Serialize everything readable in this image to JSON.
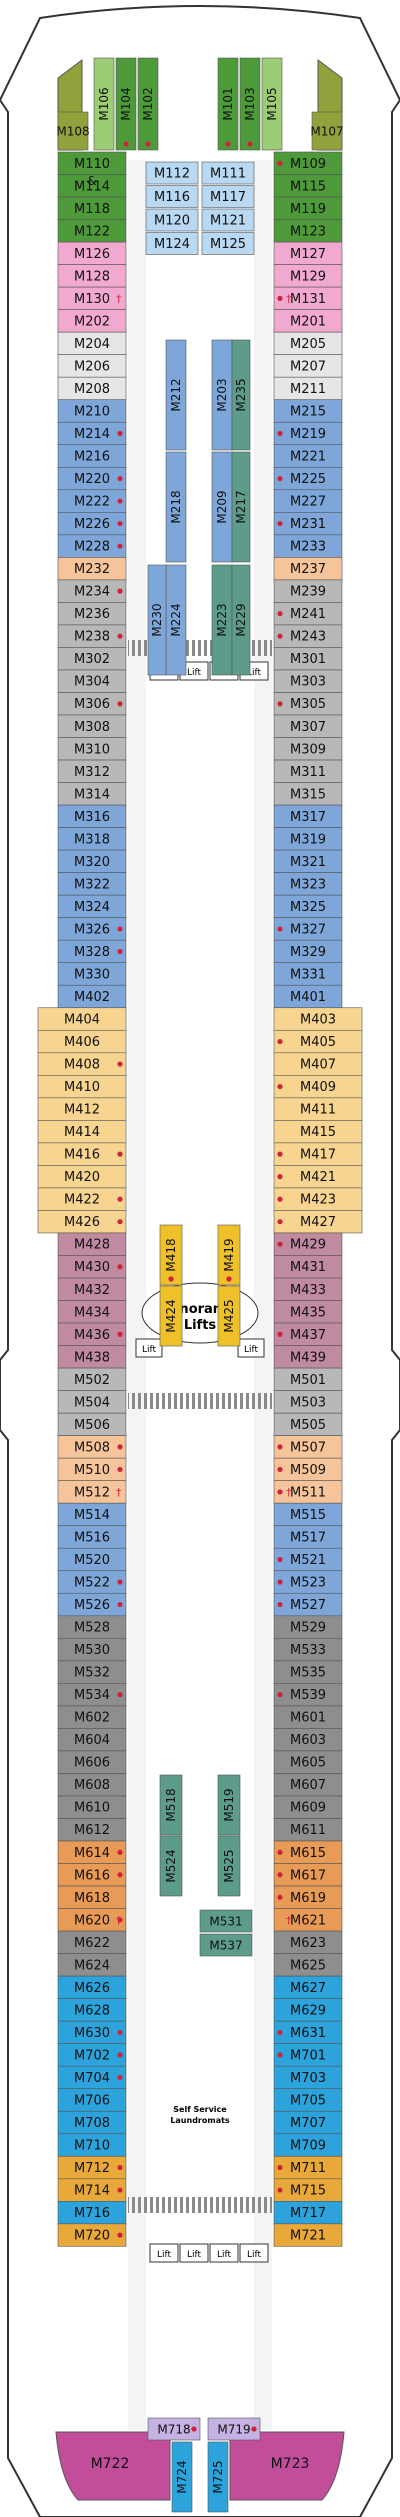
{
  "colors": {
    "green_dark": "#4e9a3a",
    "green_olive": "#8fa23c",
    "green_light": "#9ccc73",
    "blue_light": "#b9d8f2",
    "pink": "#f2a9cf",
    "light_grey": "#e6e6e6",
    "blue_mid": "#7fa6d8",
    "peach": "#f6c49a",
    "grey_mid": "#b8b8b8",
    "grey_dark": "#8e8e8e",
    "yellow_light": "#f7d590",
    "mauve": "#c08aa0",
    "orange_dark": "#e89a57",
    "blue_bright": "#2da3dc",
    "amber": "#e9a83a",
    "purple_light": "#c3b2e2",
    "magenta": "#c24d9b",
    "teal": "#5d9c8a",
    "gold": "#f0c02a",
    "dot_red": "#d0223a",
    "hull": "#ffffff",
    "outline": "#333333"
  },
  "labels": {
    "panoramic_lifts_line1": "Panoramic",
    "panoramic_lifts_line2": "Lifts",
    "self_service_line1": "Self Service",
    "self_service_line2": "Laundromats",
    "lift": "Lift",
    "ampersand": "&"
  },
  "bow": {
    "port": [
      {
        "id": "M108",
        "color": "green_olive"
      },
      {
        "id": "M106",
        "color": "green_light"
      },
      {
        "id": "M104",
        "color": "green_dark"
      },
      {
        "id": "M102",
        "color": "green_dark"
      }
    ],
    "starboard": [
      {
        "id": "M101",
        "color": "green_dark"
      },
      {
        "id": "M103",
        "color": "green_dark"
      },
      {
        "id": "M105",
        "color": "green_light"
      },
      {
        "id": "M107",
        "color": "green_olive"
      }
    ]
  },
  "inner_suites": {
    "port": [
      "M112",
      "M116",
      "M120",
      "M124"
    ],
    "starboard": [
      "M111",
      "M117",
      "M121",
      "M125"
    ]
  },
  "port_cabins": [
    {
      "id": "M110",
      "color": "green_dark"
    },
    {
      "id": "M114",
      "color": "green_dark"
    },
    {
      "id": "M118",
      "color": "green_dark"
    },
    {
      "id": "M122",
      "color": "green_dark"
    },
    {
      "id": "M126",
      "color": "pink"
    },
    {
      "id": "M128",
      "color": "pink"
    },
    {
      "id": "M130",
      "color": "pink"
    },
    {
      "id": "M202",
      "color": "pink"
    },
    {
      "id": "M204",
      "color": "light_grey"
    },
    {
      "id": "M206",
      "color": "light_grey"
    },
    {
      "id": "M208",
      "color": "light_grey"
    },
    {
      "id": "M210",
      "color": "blue_mid"
    },
    {
      "id": "M214",
      "color": "blue_mid"
    },
    {
      "id": "M216",
      "color": "blue_mid"
    },
    {
      "id": "M220",
      "color": "blue_mid"
    },
    {
      "id": "M222",
      "color": "blue_mid"
    },
    {
      "id": "M226",
      "color": "blue_mid"
    },
    {
      "id": "M228",
      "color": "blue_mid"
    },
    {
      "id": "M232",
      "color": "peach"
    },
    {
      "id": "M234",
      "color": "grey_mid"
    },
    {
      "id": "M236",
      "color": "grey_mid"
    },
    {
      "id": "M238",
      "color": "grey_mid"
    },
    {
      "id": "M302",
      "color": "grey_mid"
    },
    {
      "id": "M304",
      "color": "grey_mid"
    },
    {
      "id": "M306",
      "color": "grey_mid"
    },
    {
      "id": "M308",
      "color": "grey_mid"
    },
    {
      "id": "M310",
      "color": "grey_mid"
    },
    {
      "id": "M312",
      "color": "grey_mid"
    },
    {
      "id": "M314",
      "color": "grey_mid"
    },
    {
      "id": "M316",
      "color": "blue_mid"
    },
    {
      "id": "M318",
      "color": "blue_mid"
    },
    {
      "id": "M320",
      "color": "blue_mid"
    },
    {
      "id": "M322",
      "color": "blue_mid"
    },
    {
      "id": "M324",
      "color": "blue_mid"
    },
    {
      "id": "M326",
      "color": "blue_mid"
    },
    {
      "id": "M328",
      "color": "blue_mid"
    },
    {
      "id": "M330",
      "color": "blue_mid"
    },
    {
      "id": "M402",
      "color": "blue_mid"
    },
    {
      "id": "M404",
      "color": "yellow_light"
    },
    {
      "id": "M406",
      "color": "yellow_light"
    },
    {
      "id": "M408",
      "color": "yellow_light"
    },
    {
      "id": "M410",
      "color": "yellow_light"
    },
    {
      "id": "M412",
      "color": "yellow_light"
    },
    {
      "id": "M414",
      "color": "yellow_light"
    },
    {
      "id": "M416",
      "color": "yellow_light"
    },
    {
      "id": "M420",
      "color": "yellow_light"
    },
    {
      "id": "M422",
      "color": "yellow_light"
    },
    {
      "id": "M426",
      "color": "yellow_light"
    },
    {
      "id": "M428",
      "color": "mauve"
    },
    {
      "id": "M430",
      "color": "mauve"
    },
    {
      "id": "M432",
      "color": "mauve"
    },
    {
      "id": "M434",
      "color": "mauve"
    },
    {
      "id": "M436",
      "color": "mauve"
    },
    {
      "id": "M438",
      "color": "mauve"
    },
    {
      "id": "M502",
      "color": "grey_mid"
    },
    {
      "id": "M504",
      "color": "grey_mid"
    },
    {
      "id": "M506",
      "color": "grey_mid"
    },
    {
      "id": "M508",
      "color": "peach"
    },
    {
      "id": "M510",
      "color": "peach"
    },
    {
      "id": "M512",
      "color": "peach"
    },
    {
      "id": "M514",
      "color": "blue_mid"
    },
    {
      "id": "M516",
      "color": "blue_mid"
    },
    {
      "id": "M520",
      "color": "blue_mid"
    },
    {
      "id": "M522",
      "color": "blue_mid"
    },
    {
      "id": "M526",
      "color": "blue_mid"
    },
    {
      "id": "M528",
      "color": "grey_dark"
    },
    {
      "id": "M530",
      "color": "grey_dark"
    },
    {
      "id": "M532",
      "color": "grey_dark"
    },
    {
      "id": "M534",
      "color": "grey_dark"
    },
    {
      "id": "M602",
      "color": "grey_dark"
    },
    {
      "id": "M604",
      "color": "grey_dark"
    },
    {
      "id": "M606",
      "color": "grey_dark"
    },
    {
      "id": "M608",
      "color": "grey_dark"
    },
    {
      "id": "M610",
      "color": "grey_dark"
    },
    {
      "id": "M612",
      "color": "grey_dark"
    },
    {
      "id": "M614",
      "color": "orange_dark"
    },
    {
      "id": "M616",
      "color": "orange_dark"
    },
    {
      "id": "M618",
      "color": "orange_dark"
    },
    {
      "id": "M620",
      "color": "orange_dark"
    },
    {
      "id": "M622",
      "color": "grey_dark"
    },
    {
      "id": "M624",
      "color": "grey_dark"
    },
    {
      "id": "M626",
      "color": "blue_bright"
    },
    {
      "id": "M628",
      "color": "blue_bright"
    },
    {
      "id": "M630",
      "color": "blue_bright"
    },
    {
      "id": "M702",
      "color": "blue_bright"
    },
    {
      "id": "M704",
      "color": "blue_bright"
    },
    {
      "id": "M706",
      "color": "blue_bright"
    },
    {
      "id": "M708",
      "color": "blue_bright"
    },
    {
      "id": "M710",
      "color": "blue_bright"
    },
    {
      "id": "M712",
      "color": "amber"
    },
    {
      "id": "M714",
      "color": "amber"
    },
    {
      "id": "M716",
      "color": "blue_bright"
    },
    {
      "id": "M720",
      "color": "amber"
    }
  ],
  "starboard_cabins": [
    {
      "id": "M109",
      "color": "green_dark"
    },
    {
      "id": "M115",
      "color": "green_dark"
    },
    {
      "id": "M119",
      "color": "green_dark"
    },
    {
      "id": "M123",
      "color": "green_dark"
    },
    {
      "id": "M127",
      "color": "pink"
    },
    {
      "id": "M129",
      "color": "pink"
    },
    {
      "id": "M131",
      "color": "pink"
    },
    {
      "id": "M201",
      "color": "pink"
    },
    {
      "id": "M205",
      "color": "light_grey"
    },
    {
      "id": "M207",
      "color": "light_grey"
    },
    {
      "id": "M211",
      "color": "light_grey"
    },
    {
      "id": "M215",
      "color": "blue_mid"
    },
    {
      "id": "M219",
      "color": "blue_mid"
    },
    {
      "id": "M221",
      "color": "blue_mid"
    },
    {
      "id": "M225",
      "color": "blue_mid"
    },
    {
      "id": "M227",
      "color": "blue_mid"
    },
    {
      "id": "M231",
      "color": "blue_mid"
    },
    {
      "id": "M233",
      "color": "blue_mid"
    },
    {
      "id": "M237",
      "color": "peach"
    },
    {
      "id": "M239",
      "color": "grey_mid"
    },
    {
      "id": "M241",
      "color": "grey_mid"
    },
    {
      "id": "M243",
      "color": "grey_mid"
    },
    {
      "id": "M301",
      "color": "grey_mid"
    },
    {
      "id": "M303",
      "color": "grey_mid"
    },
    {
      "id": "M305",
      "color": "grey_mid"
    },
    {
      "id": "M307",
      "color": "grey_mid"
    },
    {
      "id": "M309",
      "color": "grey_mid"
    },
    {
      "id": "M311",
      "color": "grey_mid"
    },
    {
      "id": "M315",
      "color": "grey_mid"
    },
    {
      "id": "M317",
      "color": "blue_mid"
    },
    {
      "id": "M319",
      "color": "blue_mid"
    },
    {
      "id": "M321",
      "color": "blue_mid"
    },
    {
      "id": "M323",
      "color": "blue_mid"
    },
    {
      "id": "M325",
      "color": "blue_mid"
    },
    {
      "id": "M327",
      "color": "blue_mid"
    },
    {
      "id": "M329",
      "color": "blue_mid"
    },
    {
      "id": "M331",
      "color": "blue_mid"
    },
    {
      "id": "M401",
      "color": "blue_mid"
    },
    {
      "id": "M403",
      "color": "yellow_light"
    },
    {
      "id": "M405",
      "color": "yellow_light"
    },
    {
      "id": "M407",
      "color": "yellow_light"
    },
    {
      "id": "M409",
      "color": "yellow_light"
    },
    {
      "id": "M411",
      "color": "yellow_light"
    },
    {
      "id": "M415",
      "color": "yellow_light"
    },
    {
      "id": "M417",
      "color": "yellow_light"
    },
    {
      "id": "M421",
      "color": "yellow_light"
    },
    {
      "id": "M423",
      "color": "yellow_light"
    },
    {
      "id": "M427",
      "color": "yellow_light"
    },
    {
      "id": "M429",
      "color": "mauve"
    },
    {
      "id": "M431",
      "color": "mauve"
    },
    {
      "id": "M433",
      "color": "mauve"
    },
    {
      "id": "M435",
      "color": "mauve"
    },
    {
      "id": "M437",
      "color": "mauve"
    },
    {
      "id": "M439",
      "color": "mauve"
    },
    {
      "id": "M501",
      "color": "grey_mid"
    },
    {
      "id": "M503",
      "color": "grey_mid"
    },
    {
      "id": "M505",
      "color": "grey_mid"
    },
    {
      "id": "M507",
      "color": "peach"
    },
    {
      "id": "M509",
      "color": "peach"
    },
    {
      "id": "M511",
      "color": "peach"
    },
    {
      "id": "M515",
      "color": "blue_mid"
    },
    {
      "id": "M517",
      "color": "blue_mid"
    },
    {
      "id": "M521",
      "color": "blue_mid"
    },
    {
      "id": "M523",
      "color": "blue_mid"
    },
    {
      "id": "M527",
      "color": "blue_mid"
    },
    {
      "id": "M529",
      "color": "grey_dark"
    },
    {
      "id": "M533",
      "color": "grey_dark"
    },
    {
      "id": "M535",
      "color": "grey_dark"
    },
    {
      "id": "M539",
      "color": "grey_dark"
    },
    {
      "id": "M601",
      "color": "grey_dark"
    },
    {
      "id": "M603",
      "color": "grey_dark"
    },
    {
      "id": "M605",
      "color": "grey_dark"
    },
    {
      "id": "M607",
      "color": "grey_dark"
    },
    {
      "id": "M609",
      "color": "grey_dark"
    },
    {
      "id": "M611",
      "color": "grey_dark"
    },
    {
      "id": "M615",
      "color": "orange_dark"
    },
    {
      "id": "M617",
      "color": "orange_dark"
    },
    {
      "id": "M619",
      "color": "orange_dark"
    },
    {
      "id": "M621",
      "color": "orange_dark"
    },
    {
      "id": "M623",
      "color": "grey_dark"
    },
    {
      "id": "M625",
      "color": "grey_dark"
    },
    {
      "id": "M627",
      "color": "blue_bright"
    },
    {
      "id": "M629",
      "color": "blue_bright"
    },
    {
      "id": "M631",
      "color": "blue_bright"
    },
    {
      "id": "M701",
      "color": "blue_bright"
    },
    {
      "id": "M703",
      "color": "blue_bright"
    },
    {
      "id": "M705",
      "color": "blue_bright"
    },
    {
      "id": "M707",
      "color": "blue_bright"
    },
    {
      "id": "M709",
      "color": "blue_bright"
    },
    {
      "id": "M711",
      "color": "amber"
    },
    {
      "id": "M715",
      "color": "amber"
    },
    {
      "id": "M717",
      "color": "blue_bright"
    },
    {
      "id": "M721",
      "color": "amber"
    }
  ],
  "central_vertical": [
    {
      "id": "M212",
      "color": "blue_mid"
    },
    {
      "id": "M218",
      "color": "blue_mid"
    },
    {
      "id": "M224",
      "color": "blue_mid"
    },
    {
      "id": "M230",
      "color": "blue_mid"
    },
    {
      "id": "M203",
      "color": "blue_mid"
    },
    {
      "id": "M209",
      "color": "blue_mid"
    },
    {
      "id": "M217",
      "color": "teal"
    },
    {
      "id": "M223",
      "color": "teal"
    },
    {
      "id": "M229",
      "color": "teal"
    },
    {
      "id": "M235",
      "color": "teal"
    },
    {
      "id": "M418",
      "color": "gold"
    },
    {
      "id": "M424",
      "color": "gold"
    },
    {
      "id": "M419",
      "color": "gold"
    },
    {
      "id": "M425",
      "color": "gold"
    },
    {
      "id": "M518",
      "color": "teal"
    },
    {
      "id": "M524",
      "color": "teal"
    },
    {
      "id": "M519",
      "color": "teal"
    },
    {
      "id": "M525",
      "color": "teal"
    }
  ],
  "central_horizontal": [
    {
      "id": "M531",
      "color": "teal"
    },
    {
      "id": "M537",
      "color": "teal"
    },
    {
      "id": "M718",
      "color": "purple_light"
    },
    {
      "id": "M719",
      "color": "purple_light"
    }
  ],
  "stern": [
    {
      "id": "M722",
      "color": "magenta"
    },
    {
      "id": "M724",
      "color": "blue_bright"
    },
    {
      "id": "M725",
      "color": "blue_bright"
    },
    {
      "id": "M723",
      "color": "magenta"
    }
  ],
  "accessible_marker": "†",
  "accessible_cabins": [
    "M130",
    "M131",
    "M512",
    "M511",
    "M620",
    "M621"
  ],
  "dotted_cabins": [
    "M109",
    "M131",
    "M214",
    "M220",
    "M228",
    "M222",
    "M226",
    "M219",
    "M225",
    "M231",
    "M234",
    "M238",
    "M306",
    "M241",
    "M243",
    "M305",
    "M326",
    "M328",
    "M327",
    "M408",
    "M416",
    "M422",
    "M426",
    "M405",
    "M409",
    "M417",
    "M421",
    "M423",
    "M427",
    "M430",
    "M436",
    "M429",
    "M437",
    "M508",
    "M510",
    "M507",
    "M509",
    "M511",
    "M522",
    "M526",
    "M521",
    "M523",
    "M527",
    "M534",
    "M539",
    "M614",
    "M616",
    "M620",
    "M615",
    "M617",
    "M619",
    "M630",
    "M702",
    "M704",
    "M631",
    "M701",
    "M712",
    "M714",
    "M711",
    "M715",
    "M720",
    "M418",
    "M419",
    "M718",
    "M719",
    "M104",
    "M102",
    "M101",
    "M103"
  ]
}
